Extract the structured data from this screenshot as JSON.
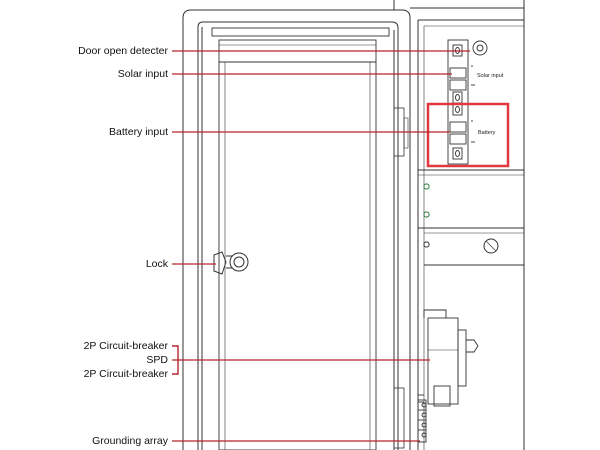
{
  "callouts": {
    "door_open_detecter": "Door open detecter",
    "solar_input": "Solar input",
    "battery_input": "Battery input",
    "lock": "Lock",
    "circuit_breaker_top": "2P Circuit-breaker",
    "spd": "SPD",
    "circuit_breaker_bottom": "2P Circuit-breaker",
    "grounding_array": "Grounding array"
  },
  "terminal_labels": {
    "solar": "Solar input",
    "battery": "Battery"
  },
  "colors": {
    "leader_line": "#b5242a",
    "highlight_box": "#e0383e",
    "drawing_line": "#333333"
  }
}
